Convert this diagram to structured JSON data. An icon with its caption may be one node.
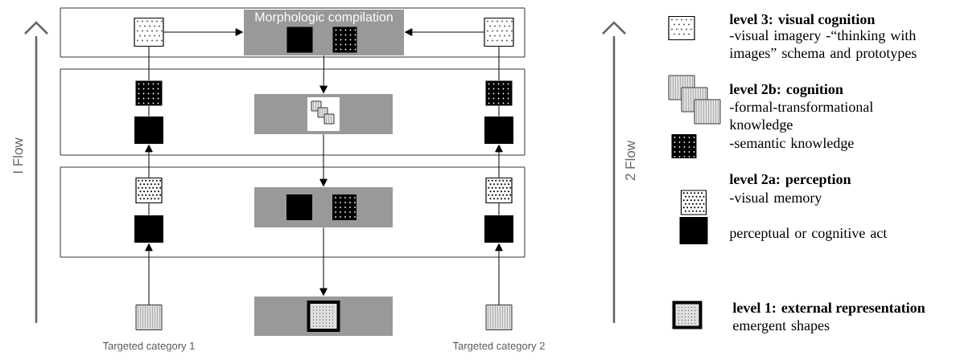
{
  "diagram": {
    "nodes": [
      {
        "text": [],
        "shape": "box"
      },
      {
        "text": [
          "Morphologic compilation"
        ],
        "in": 0
      },
      {
        "text": [],
        "shape": "box",
        "in": 0
      },
      {
        "text": [],
        "shape": "box",
        "in": 0
      },
      {
        "text": [],
        "shape": "box"
      },
      {
        "text": [],
        "shape": "box",
        "in": 4
      },
      {
        "text": [],
        "shape": "box",
        "in": 4
      },
      {
        "text": [],
        "shape": "box",
        "in": 4
      },
      {
        "text": [],
        "shape": "box",
        "in": 4
      },
      {
        "text": [],
        "shape": "box",
        "in": 4
      },
      {
        "text": [],
        "shape": "box"
      },
      {
        "text": [],
        "shape": "box",
        "in": 10
      },
      {
        "text": [],
        "shape": "box",
        "in": 10
      },
      {
        "text": [],
        "shape": "box",
        "in": 10
      },
      {
        "text": [],
        "shape": "box",
        "in": 10
      },
      {
        "text": [],
        "shape": "box",
        "in": 10
      },
      {
        "text": [],
        "shape": "box"
      },
      {
        "text": [],
        "shape": "box",
        "beside": [
          "Targeted category 1"
        ]
      },
      {
        "text": [],
        "shape": "box",
        "beside": [
          "Targeted category 2"
        ]
      }
    ],
    "edges": [
      {
        "from": 2,
        "to": 1,
        "arrow": "to"
      },
      {
        "from": 3,
        "to": 1,
        "arrow": "to"
      },
      {
        "from": 1,
        "to": 6,
        "arrow": "to"
      },
      {
        "from": 6,
        "to": 12,
        "arrow": "to"
      },
      {
        "from": 12,
        "to": 16,
        "arrow": "to"
      },
      {
        "from": 17,
        "to": 14,
        "arrow": "to"
      },
      {
        "from": 14,
        "to": 11,
        "arrow": "none"
      },
      {
        "from": 11,
        "to": 8,
        "arrow": "to"
      },
      {
        "from": 8,
        "to": 5,
        "arrow": "none"
      },
      {
        "from": 5,
        "to": 2,
        "arrow": "none"
      },
      {
        "from": 18,
        "to": 15,
        "arrow": "to"
      },
      {
        "from": 15,
        "to": 13,
        "arrow": "none"
      },
      {
        "from": 13,
        "to": 9,
        "arrow": "to"
      },
      {
        "from": 9,
        "to": 7,
        "arrow": "none"
      },
      {
        "from": 7,
        "to": 3,
        "arrow": "none"
      }
    ],
    "labels": [
      "I Flow",
      "2 Flow",
      "level 3: visual cognition",
      "level 2b: cognition",
      "level 2a: perception",
      "level 1: external representation"
    ],
    "legend": [
      {
        "text": "-visual imagery -“thinking with images” schema and prototypes"
      },
      {
        "text": "-formal-transformational knowledge"
      },
      {
        "text": "-semantic knowledge"
      },
      {
        "text": "-visual memory"
      },
      {
        "text": "perceptual or cognitive act"
      },
      {
        "text": "emergent shapes"
      }
    ]
  }
}
